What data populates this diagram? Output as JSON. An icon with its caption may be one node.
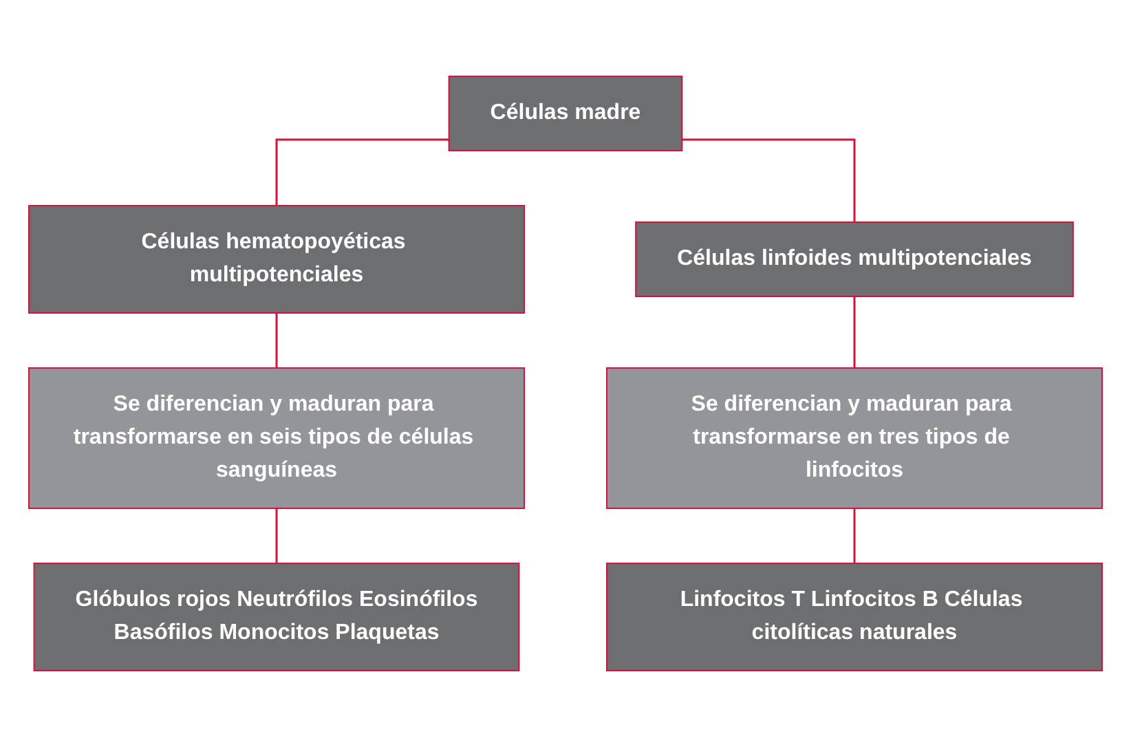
{
  "diagram": {
    "nodes": [
      {
        "text": [
          "Células madre"
        ]
      },
      {
        "text": [
          "Células hematopoyéticas multipotenciales"
        ]
      },
      {
        "text": [
          "Células linfoides multipotenciales"
        ]
      },
      {
        "text": [
          "Se diferencian y maduran para transformarse en seis tipos de células sanguíneas"
        ]
      },
      {
        "text": [
          "Se diferencian y maduran para transformarse en tres tipos de linfocitos"
        ]
      },
      {
        "text": [
          "Glóbulos rojos Neutrófilos Eosinófilos",
          "Basófilos Monocitos Plaquetas"
        ]
      },
      {
        "text": [
          "Linfocitos T Linfocitos B Células citolíticas naturales"
        ]
      }
    ],
    "edges": [
      {
        "from": 0,
        "to": 1,
        "arrow": "none"
      },
      {
        "from": 0,
        "to": 2,
        "arrow": "none"
      },
      {
        "from": 1,
        "to": 3,
        "arrow": "none"
      },
      {
        "from": 2,
        "to": 4,
        "arrow": "none"
      },
      {
        "from": 3,
        "to": 5,
        "arrow": "none"
      },
      {
        "from": 4,
        "to": 6,
        "arrow": "none"
      }
    ]
  }
}
